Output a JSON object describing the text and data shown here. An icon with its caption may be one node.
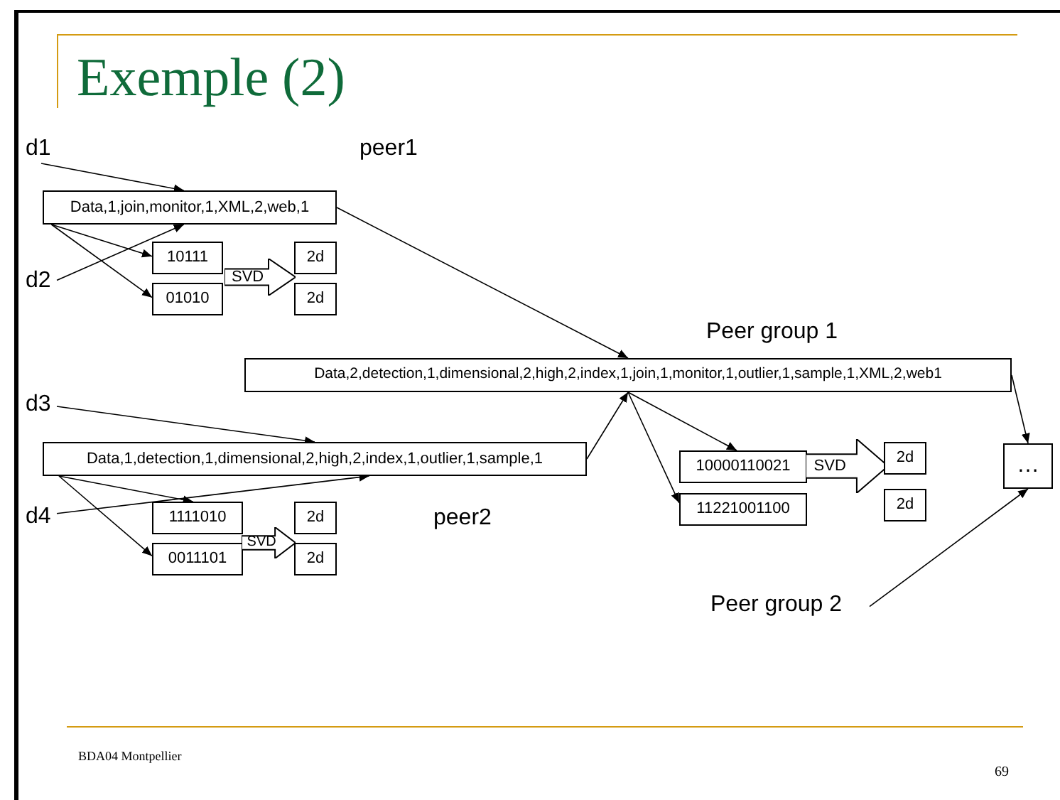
{
  "diagram": {
    "title": "Exemple (2)",
    "nodes": [
      {
        "text": [
          "d1"
        ]
      },
      {
        "text": [
          "Data,1,join,monitor,1,XML,2,web,1"
        ]
      },
      {
        "text": [
          "d2"
        ]
      },
      {
        "text": [
          "10111"
        ]
      },
      {
        "text": [
          "01010"
        ]
      },
      {
        "text": [
          "SVD"
        ]
      },
      {
        "text": [
          "2d"
        ]
      },
      {
        "text": [
          "2d"
        ]
      },
      {
        "text": [
          "Peer group 1",
          "Data,2,detection,1,dimensional,2,high,2,index,1,join,1,monitor,1,outlier,1,sample,1,XML,2,web1"
        ]
      },
      {
        "text": [
          "d3"
        ]
      },
      {
        "text": [
          "Data,1,detection,1,dimensional,2,high,2,index,1,outlier,1,sample,1"
        ]
      },
      {
        "text": [
          "d4"
        ]
      },
      {
        "text": [
          "1111010"
        ]
      },
      {
        "text": [
          "0011101"
        ]
      },
      {
        "text": [
          "SVD"
        ]
      },
      {
        "text": [
          "2d"
        ]
      },
      {
        "text": [
          "2d"
        ]
      },
      {
        "text": [
          "10000110021"
        ]
      },
      {
        "text": [
          "11221001100"
        ]
      },
      {
        "text": [
          "SVD"
        ]
      },
      {
        "text": [
          "2d"
        ]
      },
      {
        "text": [
          "2d"
        ]
      },
      {
        "text": [
          "…"
        ]
      },
      {
        "text": [
          "Peer group 2"
        ]
      }
    ],
    "edges": [
      {
        "from": 0,
        "to": 1,
        "arrow": "to"
      },
      {
        "from": 2,
        "to": 1,
        "arrow": "to"
      },
      {
        "from": 1,
        "to": 3,
        "arrow": "to"
      },
      {
        "from": 1,
        "to": 4,
        "arrow": "to"
      },
      {
        "from": 1,
        "to": 8,
        "arrow": "to"
      },
      {
        "from": 9,
        "to": 10,
        "arrow": "to"
      },
      {
        "from": 11,
        "to": 10,
        "arrow": "to"
      },
      {
        "from": 10,
        "to": 12,
        "arrow": "to"
      },
      {
        "from": 10,
        "to": 13,
        "arrow": "to"
      },
      {
        "from": 10,
        "to": 8,
        "arrow": "to"
      },
      {
        "from": 8,
        "to": 17,
        "arrow": "to"
      },
      {
        "from": 8,
        "to": 18,
        "arrow": "to"
      },
      {
        "from": 8,
        "to": 22,
        "arrow": "to"
      },
      {
        "from": 23,
        "to": 22,
        "arrow": "to"
      }
    ],
    "labels": [
      "peer1",
      "peer2",
      "BDA04 Montpellier",
      "69"
    ]
  }
}
